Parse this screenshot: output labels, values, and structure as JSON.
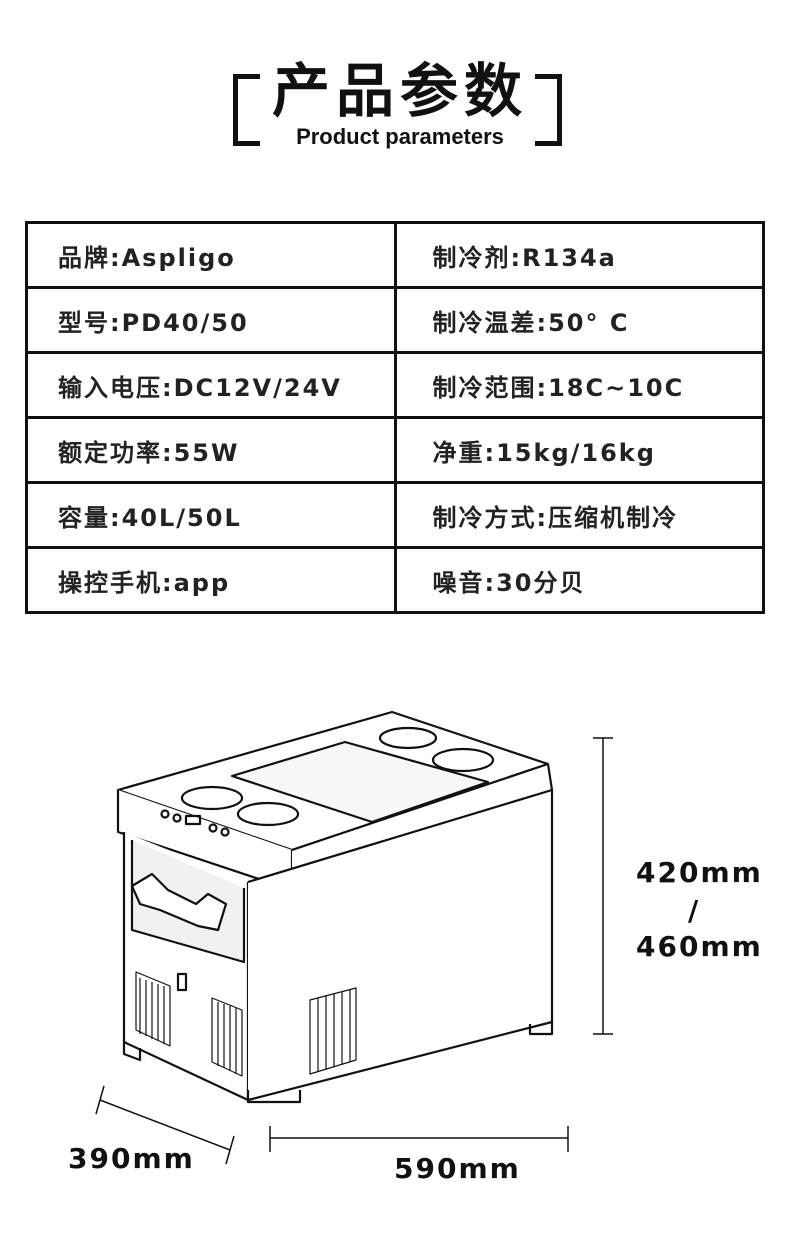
{
  "header": {
    "title_cn": "产品参数",
    "title_en": "Product parameters"
  },
  "specs": [
    [
      "品牌:Aspligo",
      "制冷剂:R134a"
    ],
    [
      "型号:PD40/50",
      "制冷温差:50° C"
    ],
    [
      "输入电压:DC12V/24V",
      "制冷范围:18C~10C"
    ],
    [
      "额定功率:55W",
      "净重:15kg/16kg"
    ],
    [
      "容量:40L/50L",
      "制冷方式:压缩机制冷"
    ],
    [
      "操控手机:app",
      "噪音:30分贝"
    ]
  ],
  "dimensions": {
    "height_line1": "420mm",
    "height_sep": "/",
    "height_line2": "460mm",
    "depth": "390mm",
    "width": "590mm"
  },
  "colors": {
    "outline": "#111111",
    "body_fill": "#ffffff",
    "shade": "#e6e6e6"
  }
}
